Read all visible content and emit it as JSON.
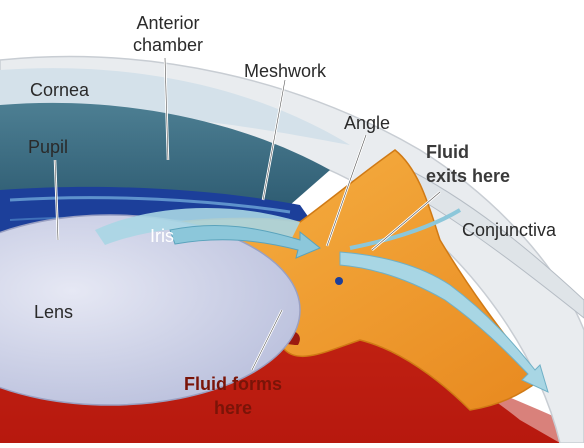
{
  "diagram": {
    "labels": {
      "anterior_chamber": "Anterior\nchamber",
      "cornea": "Cornea",
      "meshwork": "Meshwork",
      "pupil": "Pupil",
      "angle": "Angle",
      "fluid_exits": "Fluid\nexits here",
      "conjunctiva": "Conjunctiva",
      "iris": "Iris",
      "lens": "Lens",
      "fluid_forms": "Fluid forms\nhere"
    },
    "colors": {
      "background_red": "#c8281a",
      "cornea_teal": "#3f6f84",
      "iris_orange": "#f2a232",
      "lens_lavender": "#cfd3e8",
      "sclera_gray": "#e9ecef",
      "fluid_blue": "#a8d6e4",
      "meshwork_blue": "#1c3f9a"
    }
  }
}
